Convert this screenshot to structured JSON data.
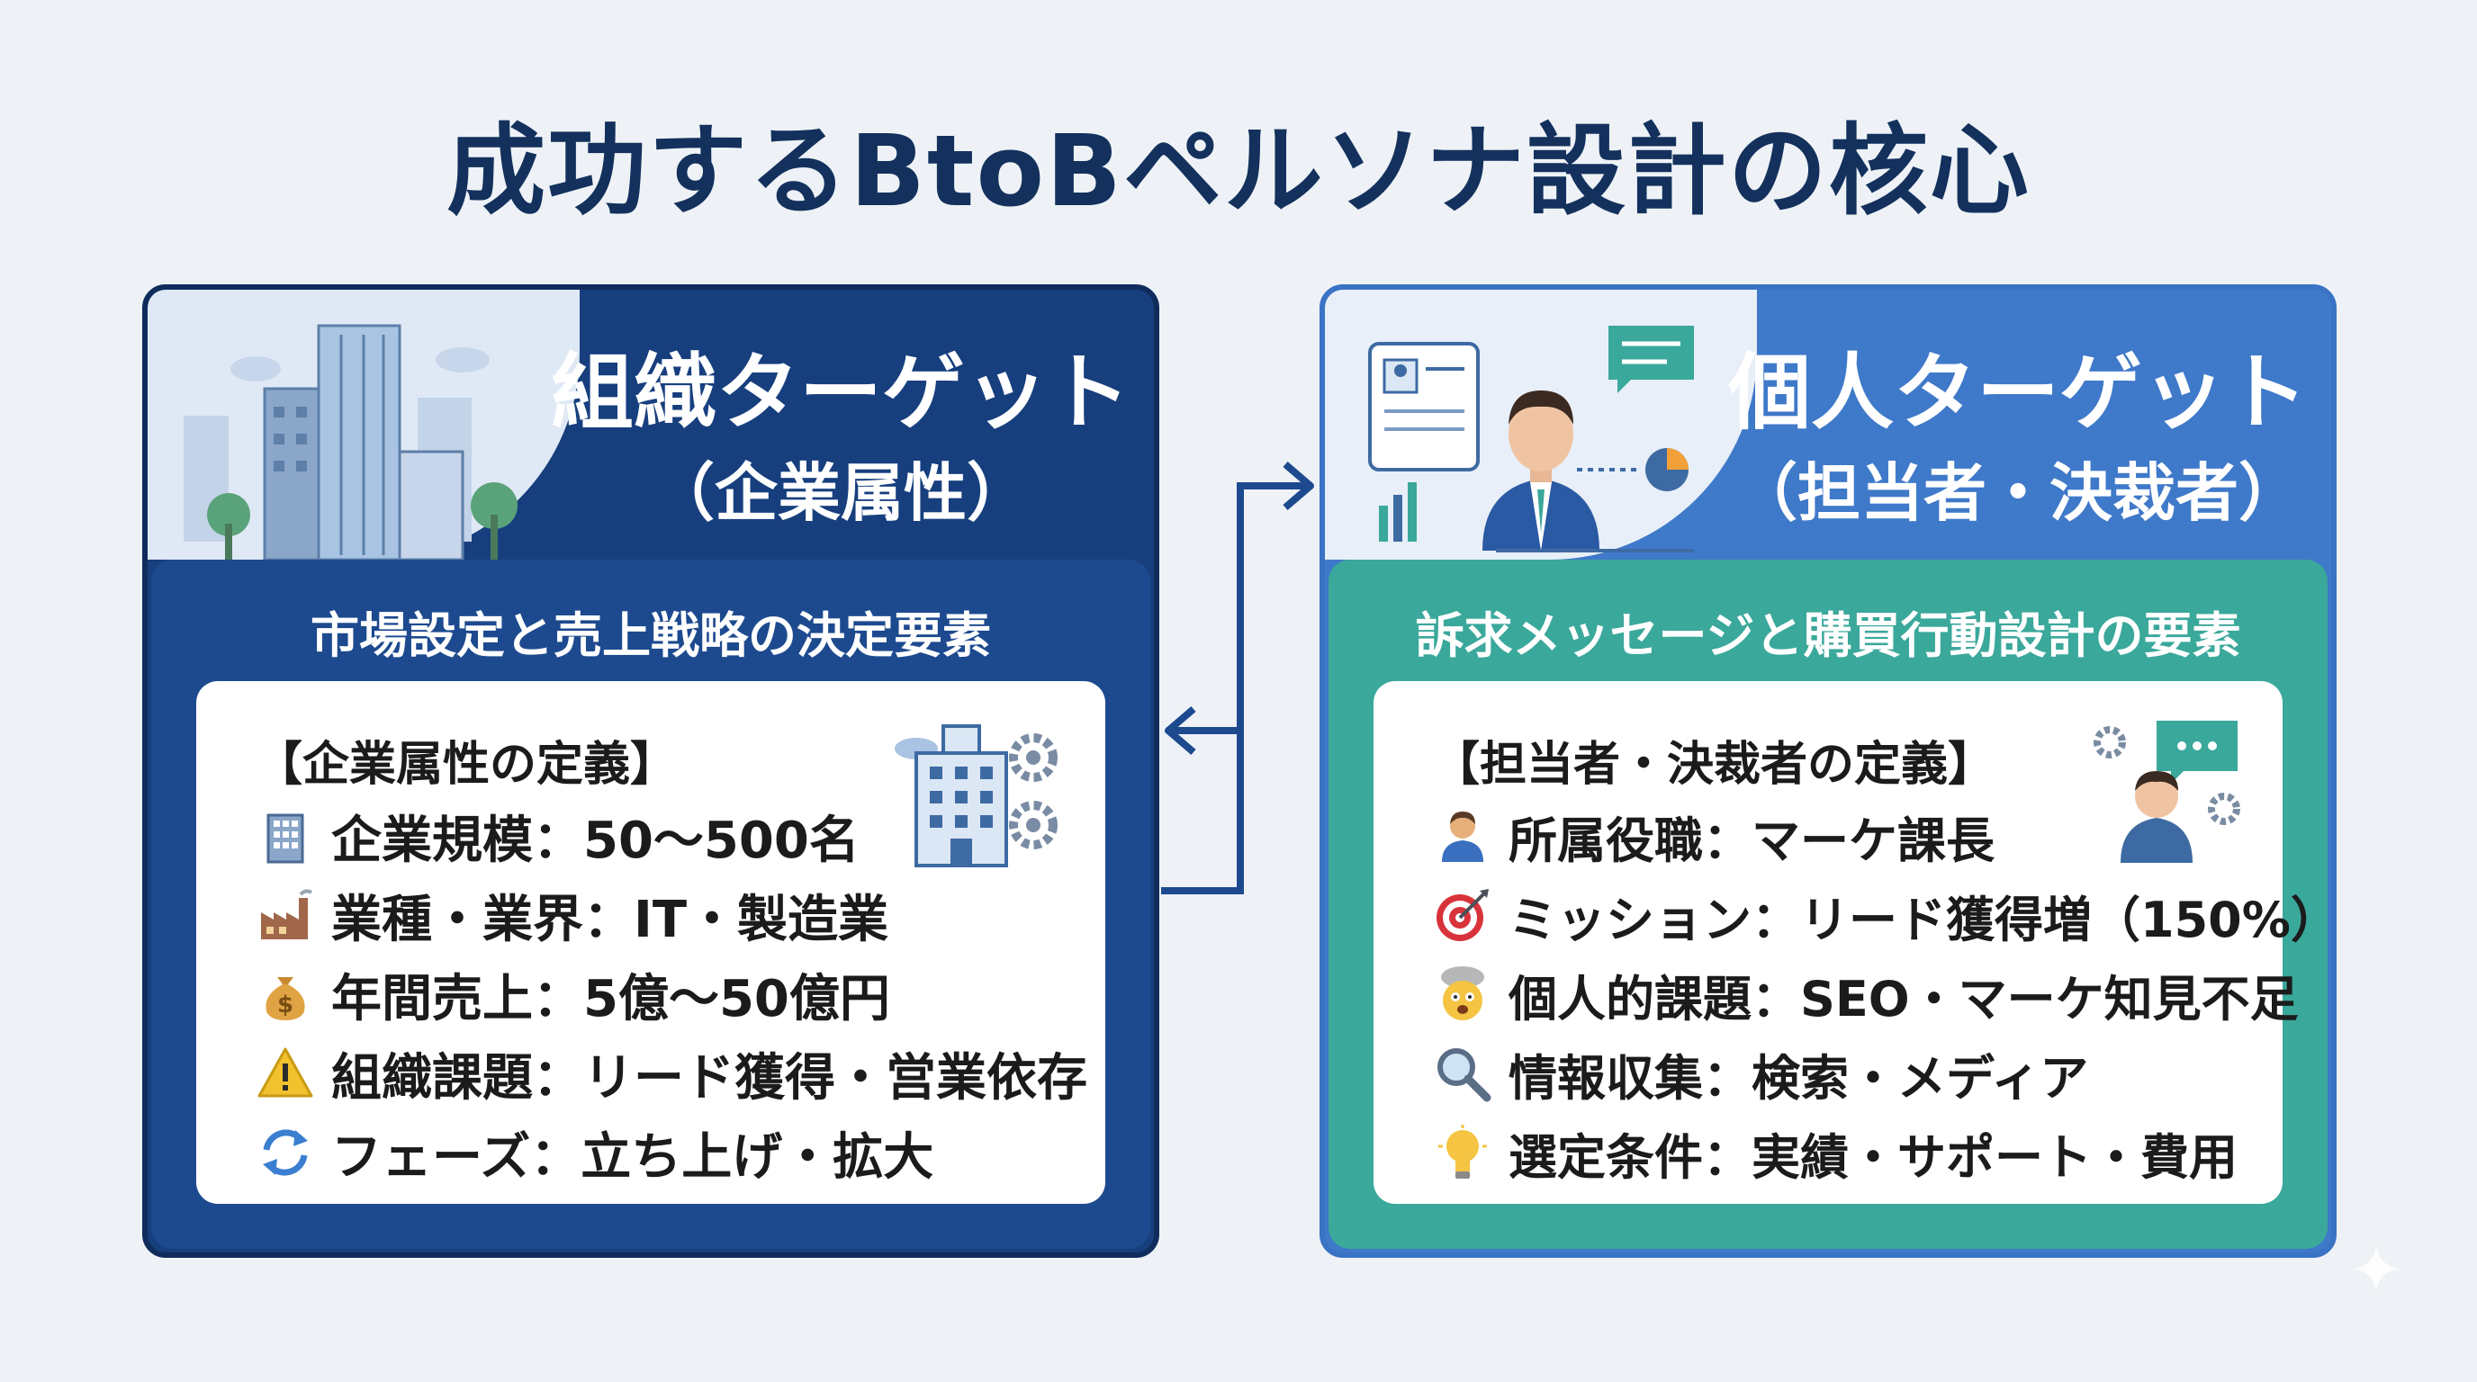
{
  "title": "成功するBtoBペルソナ設計の核心",
  "left_panel": {
    "title": "組織ターゲット",
    "subtitle": "（企業属性）",
    "section_title": "市場設定と売上戦略の決定要素",
    "card_heading": "【企業属性の定義】",
    "items": [
      {
        "icon": "building-icon",
        "text": "企業規模：50〜500名"
      },
      {
        "icon": "factory-icon",
        "text": "業種・業界：IT・製造業"
      },
      {
        "icon": "money-bag-icon",
        "text": "年間売上：5億〜50億円"
      },
      {
        "icon": "warning-icon",
        "text": "組織課題：リード獲得・営業依存"
      },
      {
        "icon": "cycle-arrows-icon",
        "text": "フェーズ：立ち上げ・拡大"
      }
    ]
  },
  "right_panel": {
    "title": "個人ターゲット",
    "subtitle": "（担当者・決裁者）",
    "section_title": "訴求メッセージと購買行動設計の要素",
    "card_heading": "【担当者・決裁者の定義】",
    "items": [
      {
        "icon": "person-icon",
        "text": "所属役職：マーケ課長"
      },
      {
        "icon": "target-icon",
        "text": "ミッション：リード獲得増（150%）"
      },
      {
        "icon": "exploding-head-icon",
        "text": "個人的課題：SEO・マーケ知見不足"
      },
      {
        "icon": "magnifier-icon",
        "text": "情報収集：検索・メディア"
      },
      {
        "icon": "lightbulb-icon",
        "text": "選定条件：実績・サポート・費用"
      }
    ]
  },
  "colors": {
    "title": "#13315c",
    "left_header": "#173f7e",
    "left_body": "#1d4a8f",
    "right_header": "#3f79c9",
    "right_body": "#3aa89b",
    "connector": "#1d4a8f"
  }
}
